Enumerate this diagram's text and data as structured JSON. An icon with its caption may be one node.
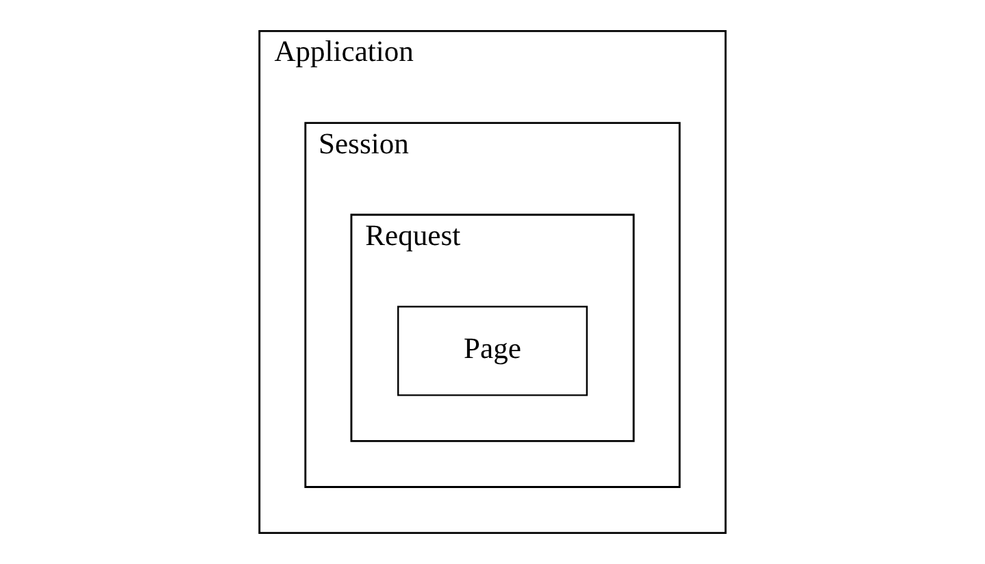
{
  "diagram": {
    "nodes": [
      {
        "text": [
          "Application"
        ]
      },
      {
        "text": [
          "Session"
        ],
        "in": 0
      },
      {
        "text": [
          "Request"
        ],
        "in": 1
      },
      {
        "text": [
          "Page"
        ],
        "in": 2
      }
    ]
  }
}
